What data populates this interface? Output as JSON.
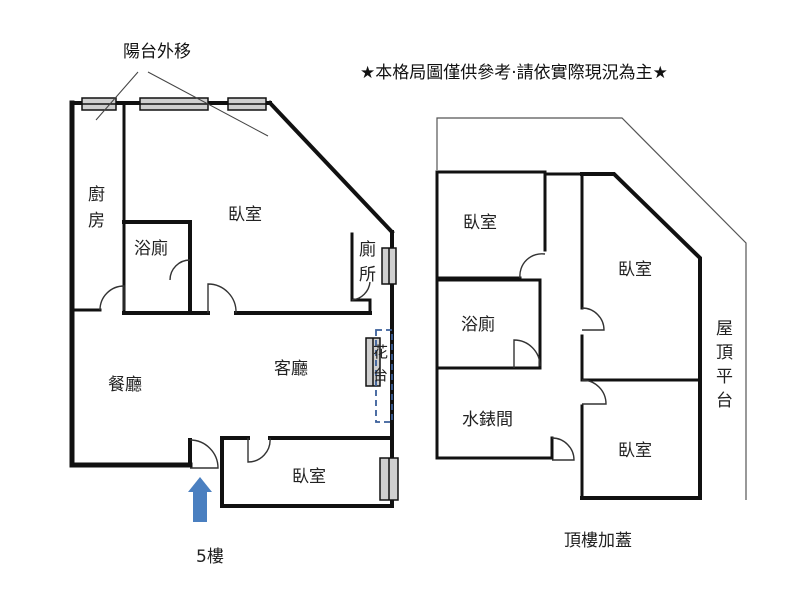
{
  "notice": "★本格局圖僅供參考‧請依實際現況為主★",
  "floor5": {
    "caption": "5樓",
    "balcony_note": "陽台外移",
    "rooms": {
      "kitchen": [
        "廚",
        "房"
      ],
      "bedroom_main": "臥室",
      "bathroom": "浴廁",
      "toilet": [
        "廁",
        "所"
      ],
      "living": "客廳",
      "dining": "餐廳",
      "bedroom_small": "臥室",
      "flower_bed": [
        "花",
        "台"
      ]
    }
  },
  "roof": {
    "caption": "頂樓加蓋",
    "rooms": {
      "bedroom_a": "臥室",
      "bedroom_b": "臥室",
      "bathroom": "浴廁",
      "meter_room": "水錶間",
      "bedroom_c": "臥室",
      "terrace": [
        "屋",
        "頂",
        "平",
        "台"
      ]
    }
  },
  "colors": {
    "wall": "#111111",
    "window_fill": "#cfcfcf",
    "arrow": "#4a7fc0",
    "dash": "#3a5f9a"
  }
}
